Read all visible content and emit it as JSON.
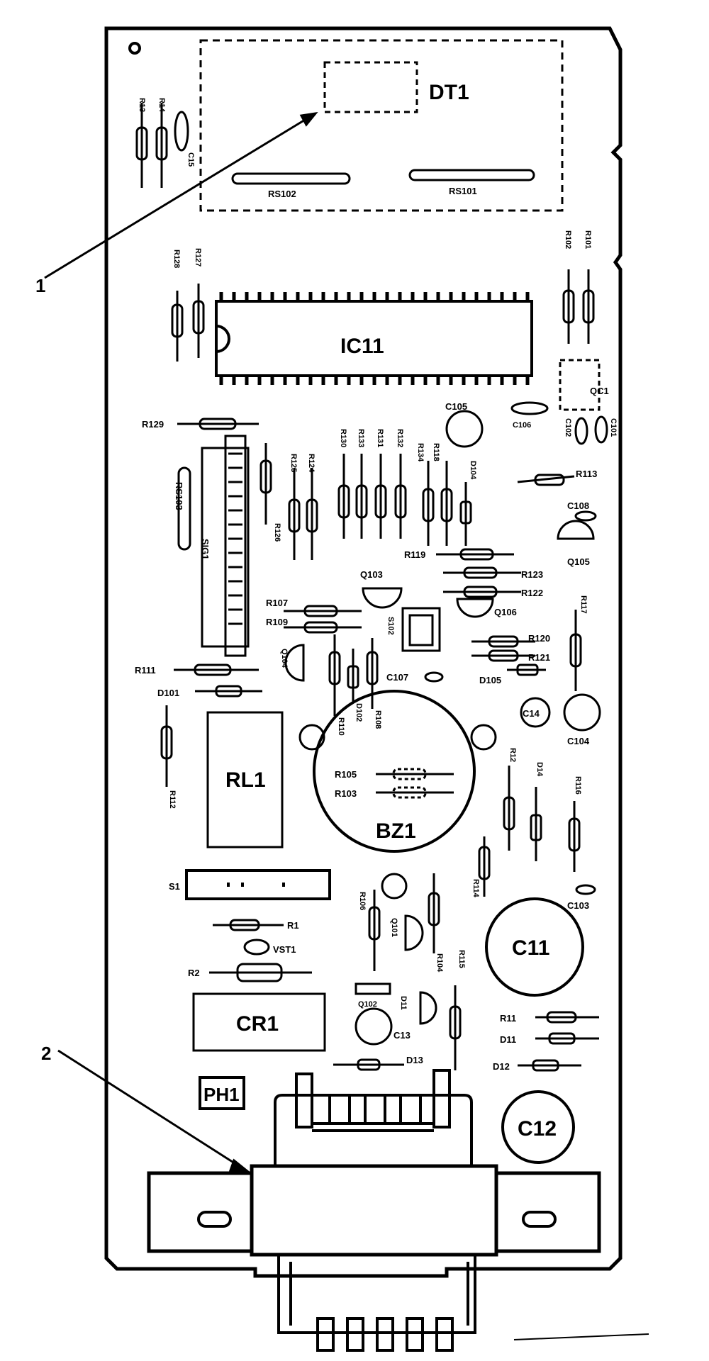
{
  "callouts": {
    "one": "1",
    "two": "2"
  },
  "labels": {
    "DT1": "DT1",
    "RS102": "RS102",
    "RS101": "RS101",
    "R113a": "R13",
    "R114a": "R14",
    "C15": "C15",
    "R128": "R128",
    "R127": "R127",
    "R102": "R102",
    "R101": "R101",
    "IC11": "IC11",
    "QC1": "QC1",
    "R129": "R129",
    "C105": "C105",
    "C106": "C106",
    "C102": "C102",
    "C101": "C101",
    "RS103": "RS103",
    "R126": "R126",
    "R125": "R125",
    "R124": "R124",
    "R130": "R130",
    "R133": "R133",
    "R131": "R131",
    "R132": "R132",
    "R134": "R134",
    "R118": "R118",
    "D104": "D104",
    "R113": "R113",
    "C108": "C108",
    "Q105": "Q105",
    "SIG1": "SIG1",
    "R119": "R119",
    "R123": "R123",
    "R122": "R122",
    "Q103": "Q103",
    "R107": "R107",
    "R109": "R109",
    "S102": "S102",
    "Q106": "Q106",
    "R117": "R117",
    "R120": "R120",
    "R121": "R121",
    "D105": "D105",
    "R111": "R111",
    "Q104": "Q104",
    "C107": "C107",
    "D101": "D101",
    "R110": "R110",
    "D102": "D102",
    "R108": "R108",
    "C14": "C14",
    "C104": "C104",
    "RL1": "RL1",
    "R112": "R112",
    "R105": "R105",
    "R103": "R103",
    "BZ1": "BZ1",
    "R12": "R12",
    "D14": "D14",
    "R116": "R116",
    "R114": "R114",
    "C103": "C103",
    "S1": "S1",
    "R1": "R1",
    "VST1": "VST1",
    "R2": "R2",
    "R106": "R106",
    "Q101": "Q101",
    "R104": "R104",
    "R115": "R115",
    "C11": "C11",
    "CR1": "CR1",
    "Q102": "Q102",
    "D11": "D11",
    "C13": "C13",
    "R11": "R11",
    "D11b": "D11",
    "D13": "D13",
    "D12": "D12",
    "PH1": "PH1",
    "C12": "C12"
  }
}
